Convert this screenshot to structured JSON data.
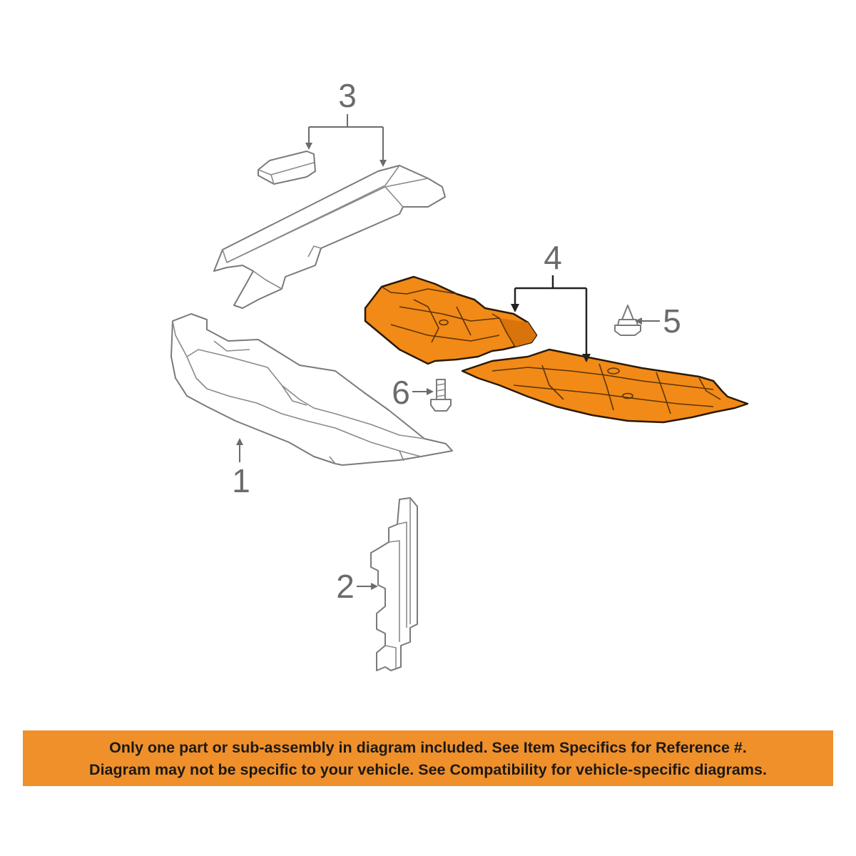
{
  "callouts": {
    "c1": "1",
    "c2": "2",
    "c3": "3",
    "c4": "4",
    "c5": "5",
    "c6": "6"
  },
  "colors": {
    "highlight": "#f28a17",
    "banner": "#f0902a",
    "line": "#7a7a7a"
  },
  "disclaimer": {
    "line1": "Only one part or sub-assembly in diagram included. See Item Specifics for Reference #.",
    "line2": "Diagram may not be specific to your vehicle. See Compatibility for vehicle-specific diagrams."
  }
}
